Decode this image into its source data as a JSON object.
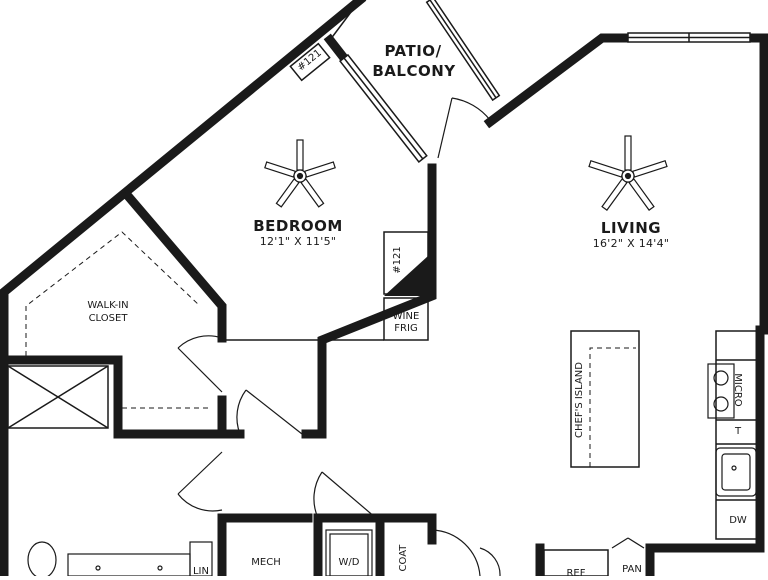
{
  "rooms": {
    "patio": {
      "label_line1": "PATIO/",
      "label_line2": "BALCONY"
    },
    "bedroom": {
      "label": "BEDROOM",
      "dims": "12'1\" X 11'5\""
    },
    "living": {
      "label": "LIVING",
      "dims": "16'2\" X 14'4\""
    },
    "walkin": {
      "label_line1": "WALK-IN",
      "label_line2": "CLOSET"
    },
    "wine": {
      "label_line1": "WINE",
      "label_line2": "FRIG"
    },
    "island": {
      "label": "CHEF'S ISLAND"
    },
    "micro": {
      "label": "MICRO"
    },
    "trash": {
      "label": "T"
    },
    "dw": {
      "label": "DW"
    },
    "mech": {
      "label": "MECH"
    },
    "wd": {
      "label": "W/D"
    },
    "coat": {
      "label": "COAT"
    },
    "pan": {
      "label": "PAN"
    },
    "lin": {
      "label": "LIN"
    },
    "ref": {
      "label": "REF"
    }
  },
  "markers": {
    "marker_a": "#121",
    "marker_b": "#121"
  },
  "colors": {
    "wall": "#1a1a1a",
    "line": "#1a1a1a",
    "background": "#ffffff"
  },
  "icons": [
    "ceiling-fan-icon",
    "door-swing-icon",
    "window-icon",
    "sink-icon",
    "cooktop-icon",
    "toilet-icon"
  ]
}
